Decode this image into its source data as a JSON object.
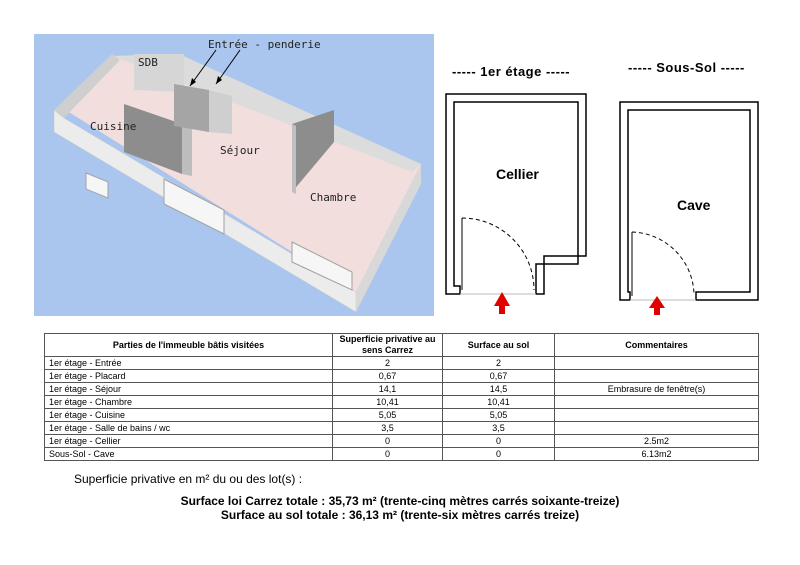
{
  "model3d": {
    "labels": {
      "sdb": "SDB",
      "entree": "Entrée - penderie",
      "cuisine": "Cuisine",
      "sejour": "Séjour",
      "chambre": "Chambre"
    },
    "colors": {
      "background": "#aac6ee",
      "floor": "#f3dede",
      "wall": "#e4e4e4",
      "wall_dark": "#8d8d8d"
    }
  },
  "plans": {
    "first_floor": {
      "title": "----- 1er étage -----",
      "room": "Cellier"
    },
    "basement": {
      "title": "----- Sous-Sol -----",
      "room": "Cave"
    },
    "arrow_color": "#e00000"
  },
  "table": {
    "headers": [
      "Parties de l'immeuble bâtis visitées",
      "Superficie privative au sens Carrez",
      "Surface au sol",
      "Commentaires"
    ],
    "rows": [
      {
        "part": "1er étage - Entrée",
        "carrez": "2",
        "sol": "2",
        "comment": ""
      },
      {
        "part": "1er étage - Placard",
        "carrez": "0,67",
        "sol": "0,67",
        "comment": ""
      },
      {
        "part": "1er étage - Séjour",
        "carrez": "14,1",
        "sol": "14,5",
        "comment": "Embrasure de fenêtre(s)"
      },
      {
        "part": "1er étage - Chambre",
        "carrez": "10,41",
        "sol": "10,41",
        "comment": ""
      },
      {
        "part": "1er étage - Cuisine",
        "carrez": "5,05",
        "sol": "5,05",
        "comment": ""
      },
      {
        "part": "1er étage - Salle de bains / wc",
        "carrez": "3,5",
        "sol": "3,5",
        "comment": ""
      },
      {
        "part": "1er étage - Cellier",
        "carrez": "0",
        "sol": "0",
        "comment": "2.5m2"
      },
      {
        "part": "Sous-Sol - Cave",
        "carrez": "0",
        "sol": "0",
        "comment": "6.13m2"
      }
    ]
  },
  "summary": {
    "label": "Superficie privative en m² du ou des lot(s) :",
    "carrez_total": "Surface loi Carrez totale : 35,73 m² (trente-cinq mètres carrés soixante-treize)",
    "sol_total": "Surface au sol totale : 36,13 m² (trente-six mètres carrés treize)"
  }
}
